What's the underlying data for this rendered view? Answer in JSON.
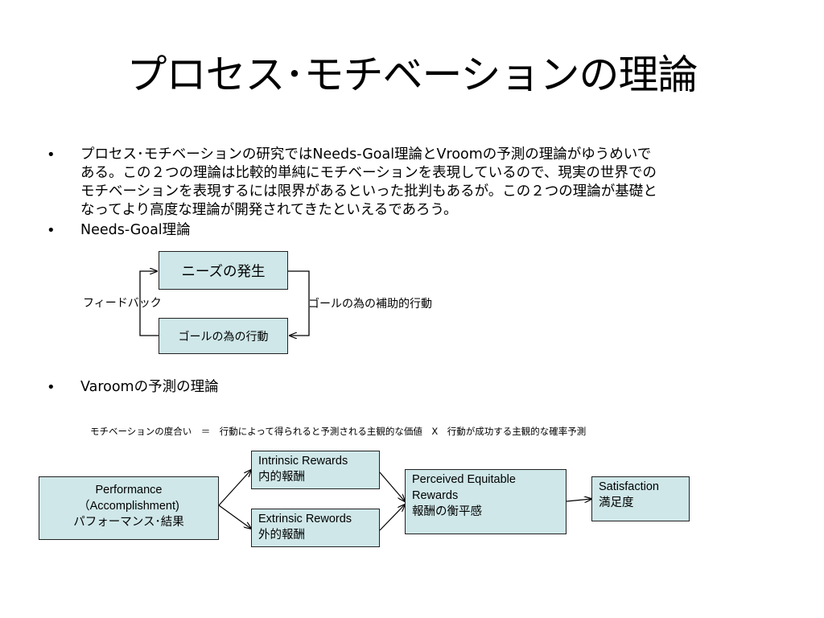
{
  "title": "プロセス･モチベーションの理論",
  "bullet_symbol": "•",
  "intro": "プロセス･モチベーションの研究ではNeeds-Goal理論とVroomの予測の理論がゆうめいで\nある。この２つの理論は比較的単純にモチベーションを表現しているので、現実の世界での\nモチベーションを表現するには限界があるといった批判もあるが。この２つの理論が基礎と\nなってより高度な理論が開発されてきたといえるであろう。",
  "needs_goal": {
    "heading": "Needs-Goal理論",
    "box_top": "ニーズの発生",
    "box_bottom": "ゴールの為の行動",
    "label_left": "フィードバック",
    "label_right": "ゴールの為の補助的行動"
  },
  "vroom": {
    "heading": "Varoomの予測の理論",
    "formula": "モチベーションの度合い　＝　行動によって得られると予測される主観的な価値　X　行動が成功する主観的な確率予測",
    "performance": [
      "Performance",
      "（Accomplishment)",
      "パフォーマンス･結果"
    ],
    "intrinsic": [
      "Intrinsic Rewards",
      "内的報酬"
    ],
    "extrinsic": [
      "Extrinsic Rewords",
      "外的報酬"
    ],
    "perceived": [
      "Perceived Equitable",
      "Rewards",
      "報酬の衡平感"
    ],
    "satisfaction": [
      "Satisfaction",
      "満足度"
    ]
  },
  "colors": {
    "box_fill": "#cfe7e9",
    "border": "#222222"
  }
}
